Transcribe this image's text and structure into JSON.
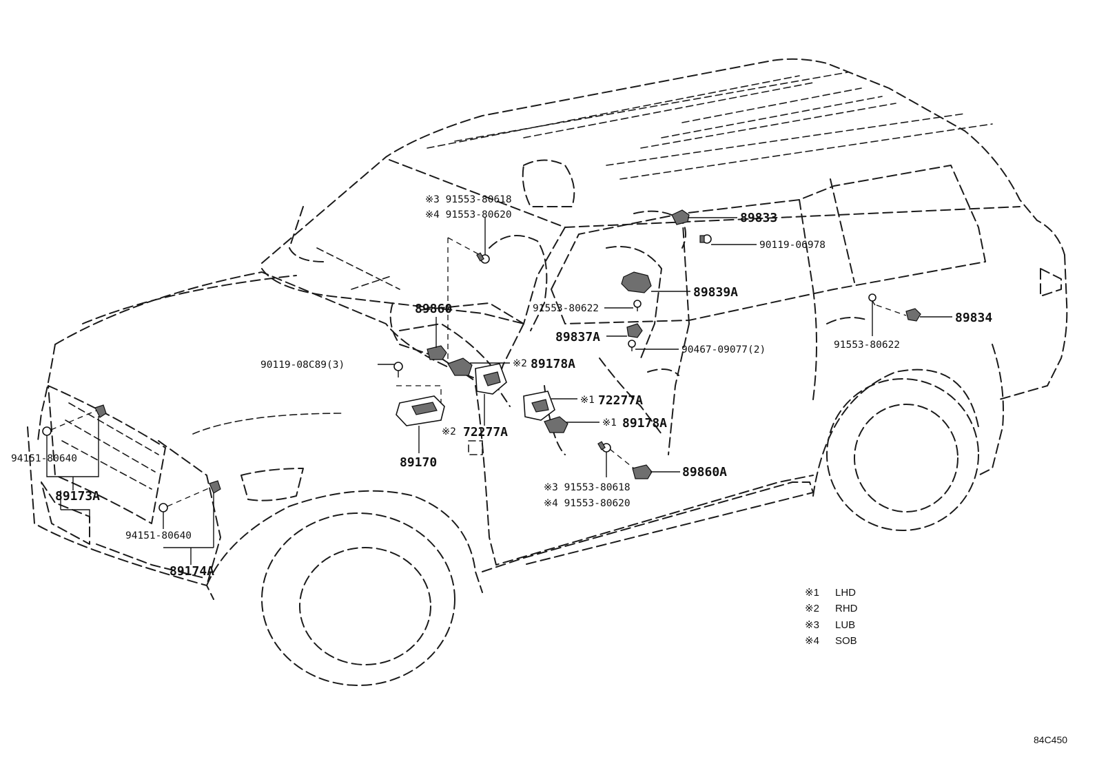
{
  "labels": {
    "l1": "※3 91553-80618",
    "l2": "※4 91553-80620",
    "l3": "89833",
    "l4": "90119-06978",
    "l5": "89839A",
    "l6": "89860",
    "l7": "91553-80622",
    "l8": "89834",
    "l9": "89837A",
    "l10": "90467-09077(2)",
    "l11": "91553-80622",
    "l12": "90119-08C89(3)",
    "l13": "※2",
    "l14": "89178A",
    "l15": "※1",
    "l16": "72277A",
    "l17": "※2",
    "l18": "72277A",
    "l19": "※1",
    "l20": "89178A",
    "l21": "94151-80640",
    "l22": "89170",
    "l23": "89860A",
    "l24": "89173A",
    "l25": "※3 91553-80618",
    "l26": "※4 91553-80620",
    "l27": "94151-80640",
    "l28": "89174A"
  },
  "legend": [
    {
      "mark": "※1",
      "text": "LHD"
    },
    {
      "mark": "※2",
      "text": "RHD"
    },
    {
      "mark": "※3",
      "text": "LUB"
    },
    {
      "mark": "※4",
      "text": "SOB"
    }
  ],
  "diagram_code": "84C450"
}
